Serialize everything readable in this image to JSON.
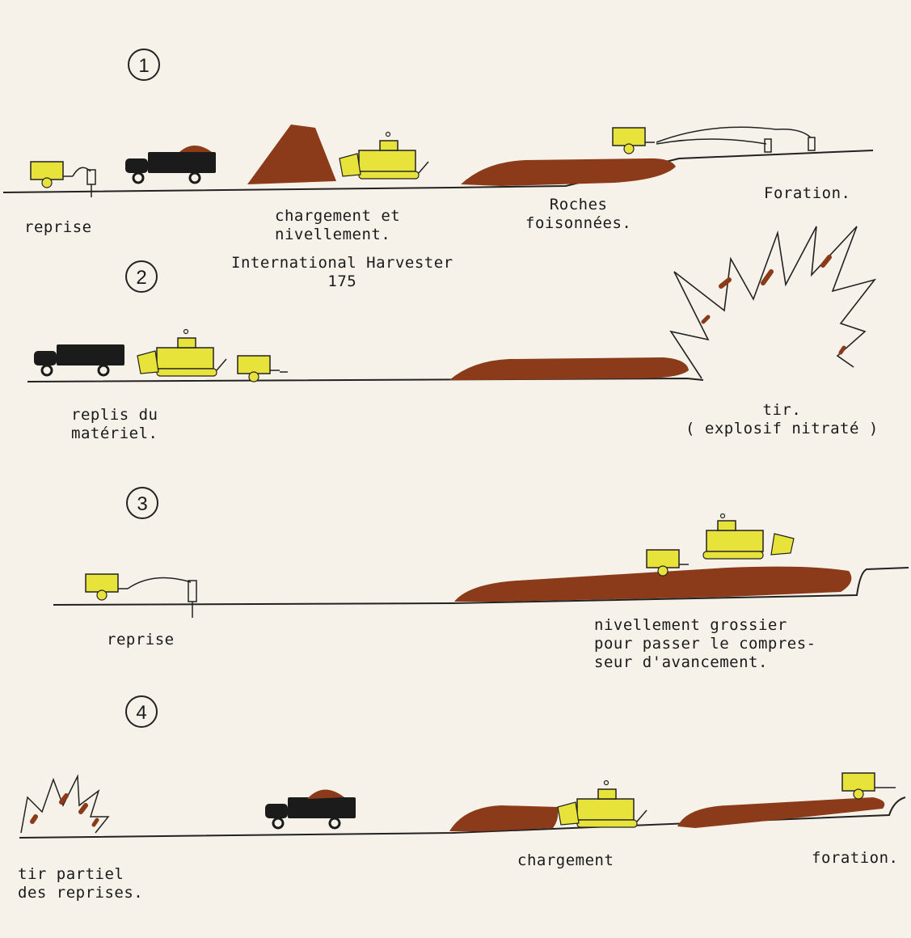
{
  "colors": {
    "paper": "#f6f2e9",
    "ink": "#1a1a1a",
    "spoil": "#8b3b1a",
    "machine": "#e8e33a",
    "truck": "#1b1b1b"
  },
  "steps": [
    {
      "number": "1",
      "labels": {
        "reprise": "reprise",
        "chargement": "chargement et\nnivellement.",
        "machine": "International Harvester\n175",
        "roches": "Roches\nfoisonnées.",
        "foration": "Foration."
      }
    },
    {
      "number": "2",
      "labels": {
        "replis": "replis du\nmatériel.",
        "tir": "tir.\n( explosif nitraté )"
      }
    },
    {
      "number": "3",
      "labels": {
        "reprise": "reprise",
        "nivellement": "nivellement grossier\npour passer le compres-\nseur d'avancement."
      }
    },
    {
      "number": "4",
      "labels": {
        "tir_partiel": "tir partiel\ndes reprises.",
        "chargement": "chargement",
        "foration": "foration."
      }
    }
  ]
}
